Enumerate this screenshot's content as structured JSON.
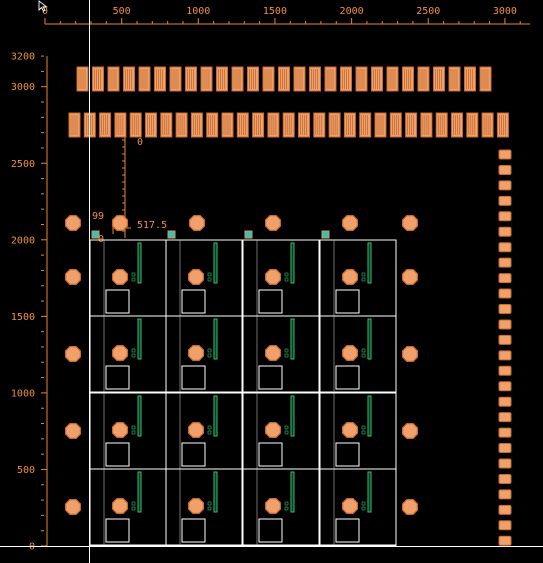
{
  "x_ruler": {
    "ticks": [
      0,
      500,
      1000,
      1500,
      2000,
      2500,
      3000
    ],
    "labels": [
      "0",
      "500",
      "1000",
      "1500",
      "2000",
      "2500",
      "3000"
    ]
  },
  "y_ruler": {
    "ticks": [
      0,
      500,
      1000,
      1500,
      2000,
      2500,
      3000,
      3200
    ],
    "labels": [
      "0",
      "500",
      "1000",
      "1500",
      "2000",
      "2500",
      "3000",
      "3200"
    ]
  },
  "measurement": {
    "vertical_label": "0",
    "height_label": "99",
    "width_label": "517.5",
    "offset_label": "0"
  },
  "colors": {
    "background": "#000000",
    "ruler": "#e8862a",
    "pad_fill": "#f0a06a",
    "pad_stroke": "#c96a2a",
    "cell_border": "#ffffff",
    "green_bar": "#2fbf71",
    "cyan_marker": "#27c7c7"
  },
  "layout": {
    "top_pad_row_count": 27,
    "second_pad_row_count": 29,
    "right_column_pad_count": 26,
    "cell_columns": 4,
    "cell_rows": 4
  }
}
